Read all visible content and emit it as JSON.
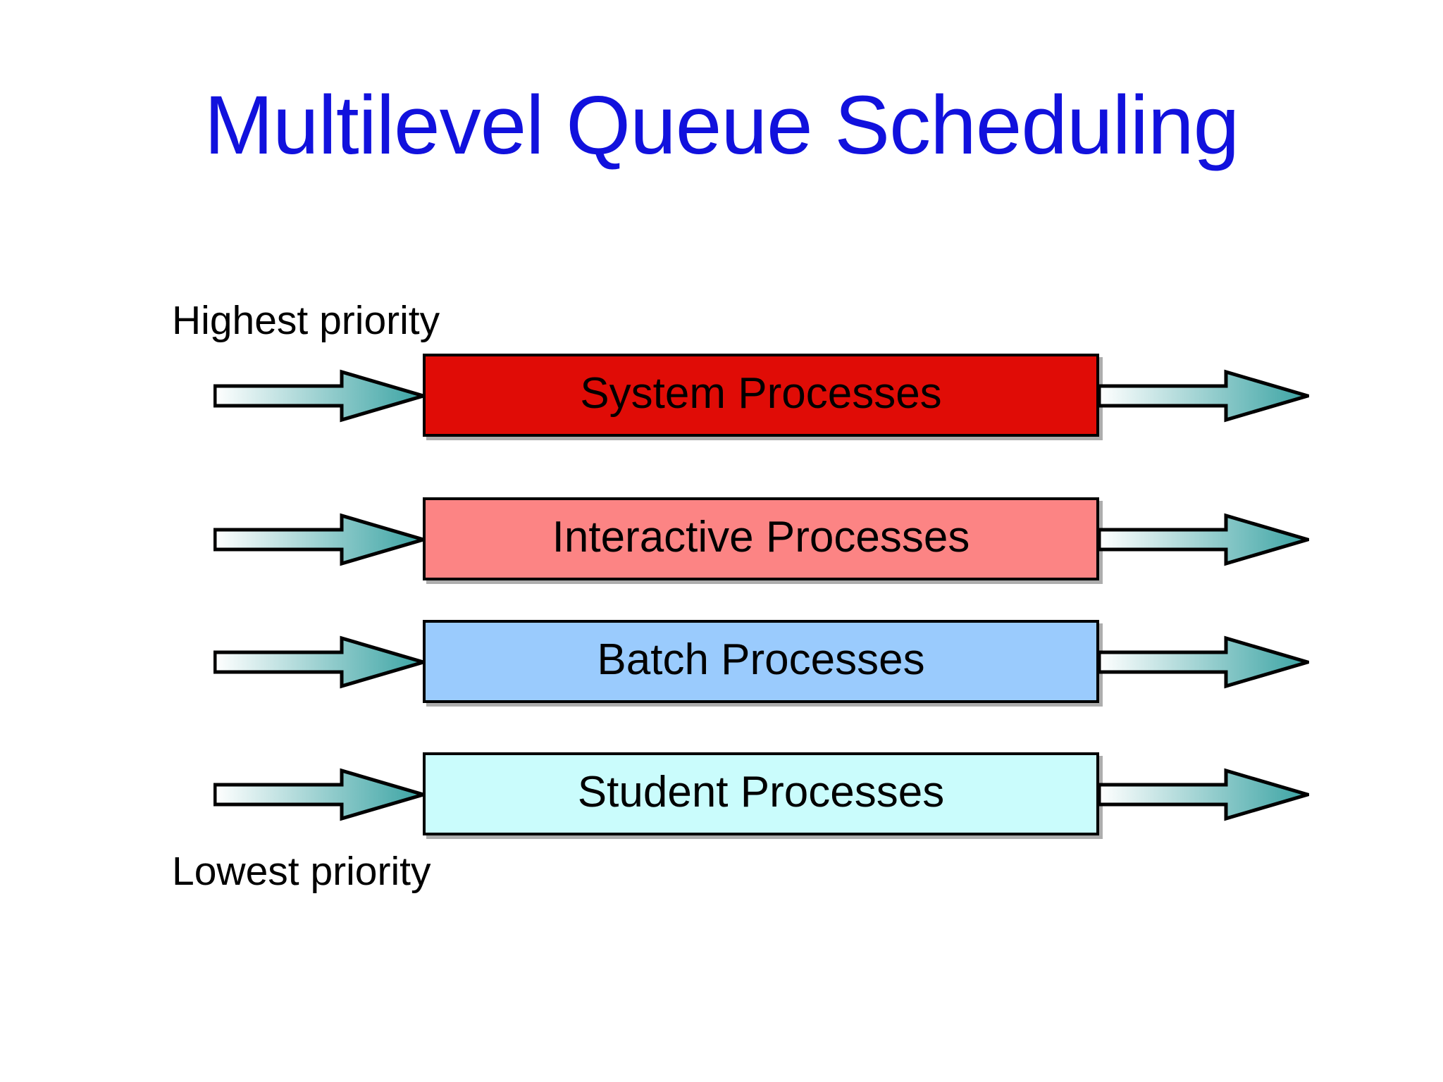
{
  "slide": {
    "title": "Multilevel Queue Scheduling",
    "title_color": "#1111dd",
    "background_color": "#ffffff"
  },
  "labels": {
    "highest_priority": "Highest priority",
    "lowest_priority": "Lowest priority"
  },
  "arrow": {
    "gradient_start_color": "#ffffff",
    "gradient_end_color": "#3aa3a3",
    "outline_color": "#000000",
    "in_icon": "arrow-right-icon",
    "out_icon": "arrow-right-icon"
  },
  "queues": [
    {
      "label": "System Processes",
      "fill_color": "#e00c06",
      "border_color": "#000000",
      "priority_rank": 1
    },
    {
      "label": "Interactive Processes",
      "fill_color": "#fc8484",
      "border_color": "#000000",
      "priority_rank": 2
    },
    {
      "label": "Batch Processes",
      "fill_color": "#9acbfd",
      "border_color": "#000000",
      "priority_rank": 3
    },
    {
      "label": "Student Processes",
      "fill_color": "#cafcfc",
      "border_color": "#000000",
      "priority_rank": 4
    }
  ]
}
